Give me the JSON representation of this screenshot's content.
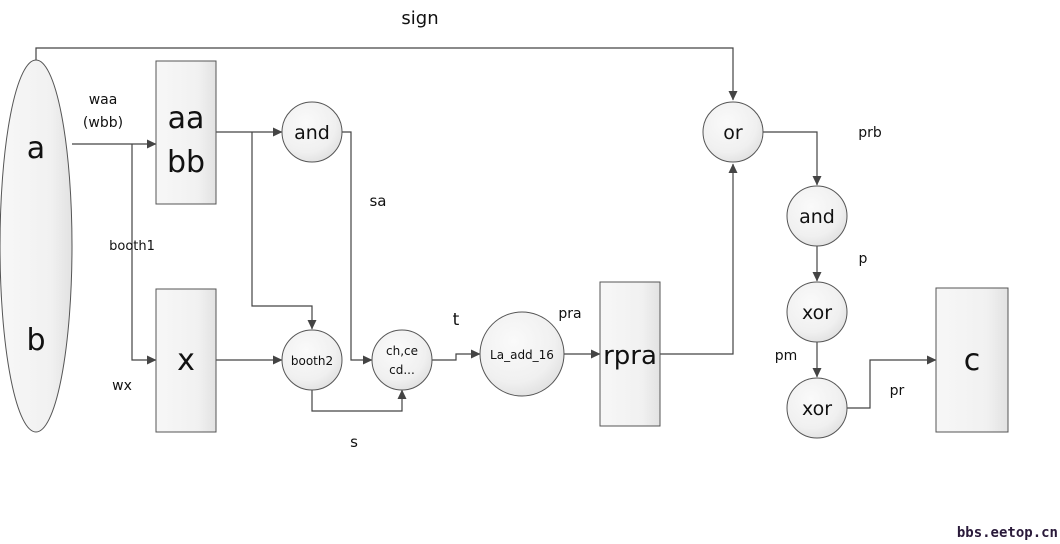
{
  "diagram": {
    "nodes": {
      "a_b": {
        "top": "a",
        "bottom": "b",
        "shape": "ellipse"
      },
      "aa_bb": {
        "line1": "aa",
        "line2": "bb",
        "shape": "box"
      },
      "x": {
        "label": "x",
        "shape": "box"
      },
      "and1": {
        "label": "and",
        "shape": "circle"
      },
      "booth2": {
        "label": "booth2",
        "shape": "circle"
      },
      "chce": {
        "line1": "ch,ce",
        "line2": "cd...",
        "shape": "circle"
      },
      "la_add_16": {
        "label": "La_add_16",
        "shape": "circle"
      },
      "rpra": {
        "label": "rpra",
        "shape": "box"
      },
      "or": {
        "label": "or",
        "shape": "circle"
      },
      "and2": {
        "label": "and",
        "shape": "circle"
      },
      "xor1": {
        "label": "xor",
        "shape": "circle"
      },
      "xor2": {
        "label": "xor",
        "shape": "circle"
      },
      "c": {
        "label": "c",
        "shape": "box"
      }
    },
    "signals": {
      "sign": "sign",
      "waa": "waa",
      "wbb": "(wbb)",
      "booth1": "booth1",
      "wx": "wx",
      "sa": "sa",
      "s": "s",
      "t": "t",
      "pra": "pra",
      "prb": "prb",
      "p": "p",
      "pm": "pm",
      "pr": "pr"
    },
    "edges": [
      {
        "from": "a_b",
        "to": "aa_bb",
        "label": "waa (wbb)"
      },
      {
        "from": "a_b",
        "to": "x",
        "label": "booth1 / wx"
      },
      {
        "from": "a_b",
        "to": "or",
        "label": "sign"
      },
      {
        "from": "aa_bb",
        "to": "and1"
      },
      {
        "from": "aa_bb",
        "to": "booth2"
      },
      {
        "from": "x",
        "to": "booth2"
      },
      {
        "from": "and1",
        "to": "chce",
        "label": "sa"
      },
      {
        "from": "booth2",
        "to": "chce",
        "label": "s"
      },
      {
        "from": "chce",
        "to": "la_add_16",
        "label": "t"
      },
      {
        "from": "la_add_16",
        "to": "rpra",
        "label": "pra"
      },
      {
        "from": "rpra",
        "to": "or"
      },
      {
        "from": "or",
        "to": "and2",
        "label": "prb"
      },
      {
        "from": "and2",
        "to": "xor1",
        "label": "p"
      },
      {
        "from": "xor1",
        "to": "xor2",
        "label": "pm"
      },
      {
        "from": "xor2",
        "to": "c",
        "label": "pr"
      }
    ]
  },
  "watermark": "bbs.eetop.cn"
}
